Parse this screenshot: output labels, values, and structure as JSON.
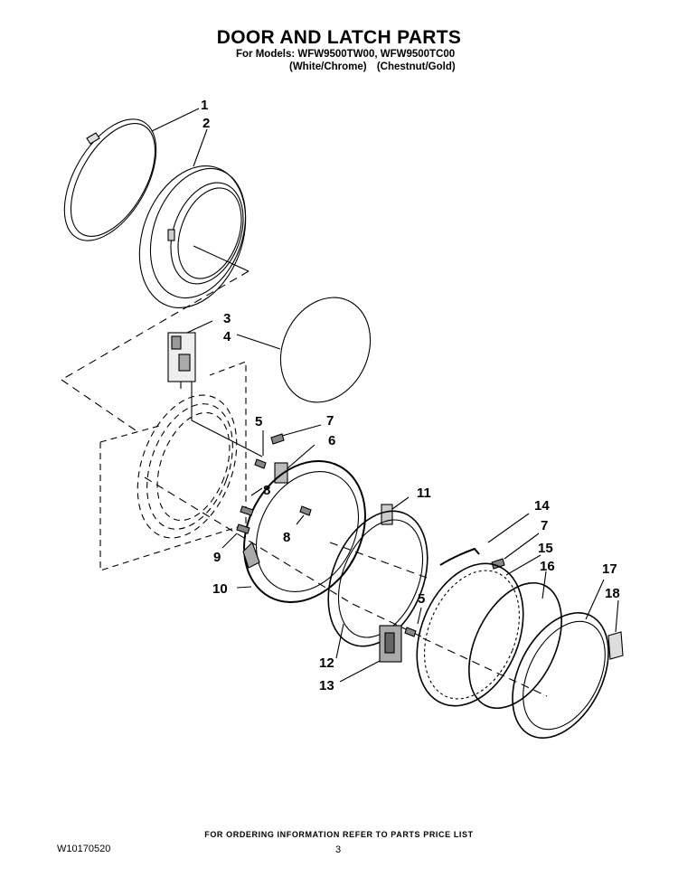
{
  "header": {
    "title": "DOOR AND LATCH PARTS",
    "models": "For Models: WFW9500TW00, WFW9500TC00",
    "color_1": "(White/Chrome)",
    "color_2": "(Chestnut/Gold)"
  },
  "callouts": [
    {
      "id": "1",
      "label": "1"
    },
    {
      "id": "2",
      "label": "2"
    },
    {
      "id": "3",
      "label": "3"
    },
    {
      "id": "4",
      "label": "4"
    },
    {
      "id": "5a",
      "label": "5"
    },
    {
      "id": "7a",
      "label": "7"
    },
    {
      "id": "6",
      "label": "6"
    },
    {
      "id": "8a",
      "label": "8"
    },
    {
      "id": "11",
      "label": "11"
    },
    {
      "id": "14",
      "label": "14"
    },
    {
      "id": "7b",
      "label": "7"
    },
    {
      "id": "8b",
      "label": "8"
    },
    {
      "id": "9",
      "label": "9"
    },
    {
      "id": "15",
      "label": "15"
    },
    {
      "id": "16",
      "label": "16"
    },
    {
      "id": "17",
      "label": "17"
    },
    {
      "id": "10",
      "label": "10"
    },
    {
      "id": "18",
      "label": "18"
    },
    {
      "id": "5b",
      "label": "5"
    },
    {
      "id": "12",
      "label": "12"
    },
    {
      "id": "13",
      "label": "13"
    }
  ],
  "footer": {
    "ordering_note": "FOR ORDERING INFORMATION REFER TO PARTS PRICE LIST",
    "doc_number": "W10170520",
    "page_number": "3"
  }
}
